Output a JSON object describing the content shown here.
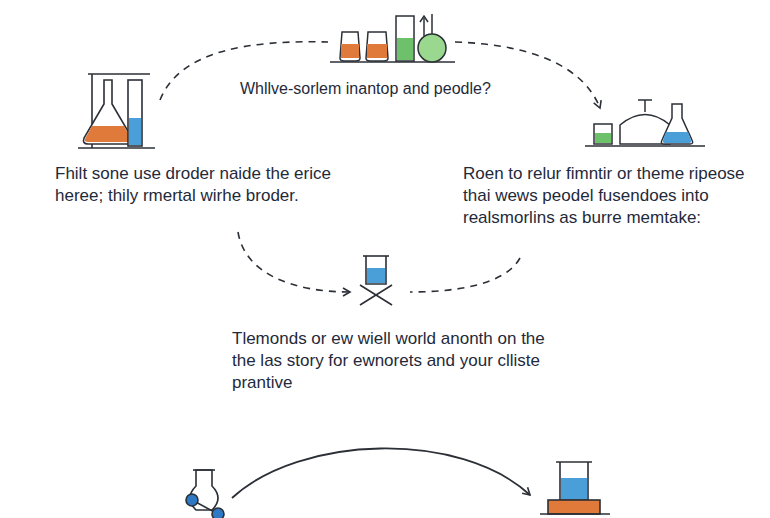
{
  "diagram": {
    "labels": [
      "Whllve-sorlem inantop and peodle?",
      "Fhilt sone use droder naide the erice heree; thily rmertal wirhe broder.",
      "Roen to relur fimntir or theme ripeose thai wews peodel fusendoes into realsmorlins as burre memtake:",
      "Tlemonds or ew wiell world anonth on the the las story for ewnorets and your clliste prantive"
    ]
  }
}
